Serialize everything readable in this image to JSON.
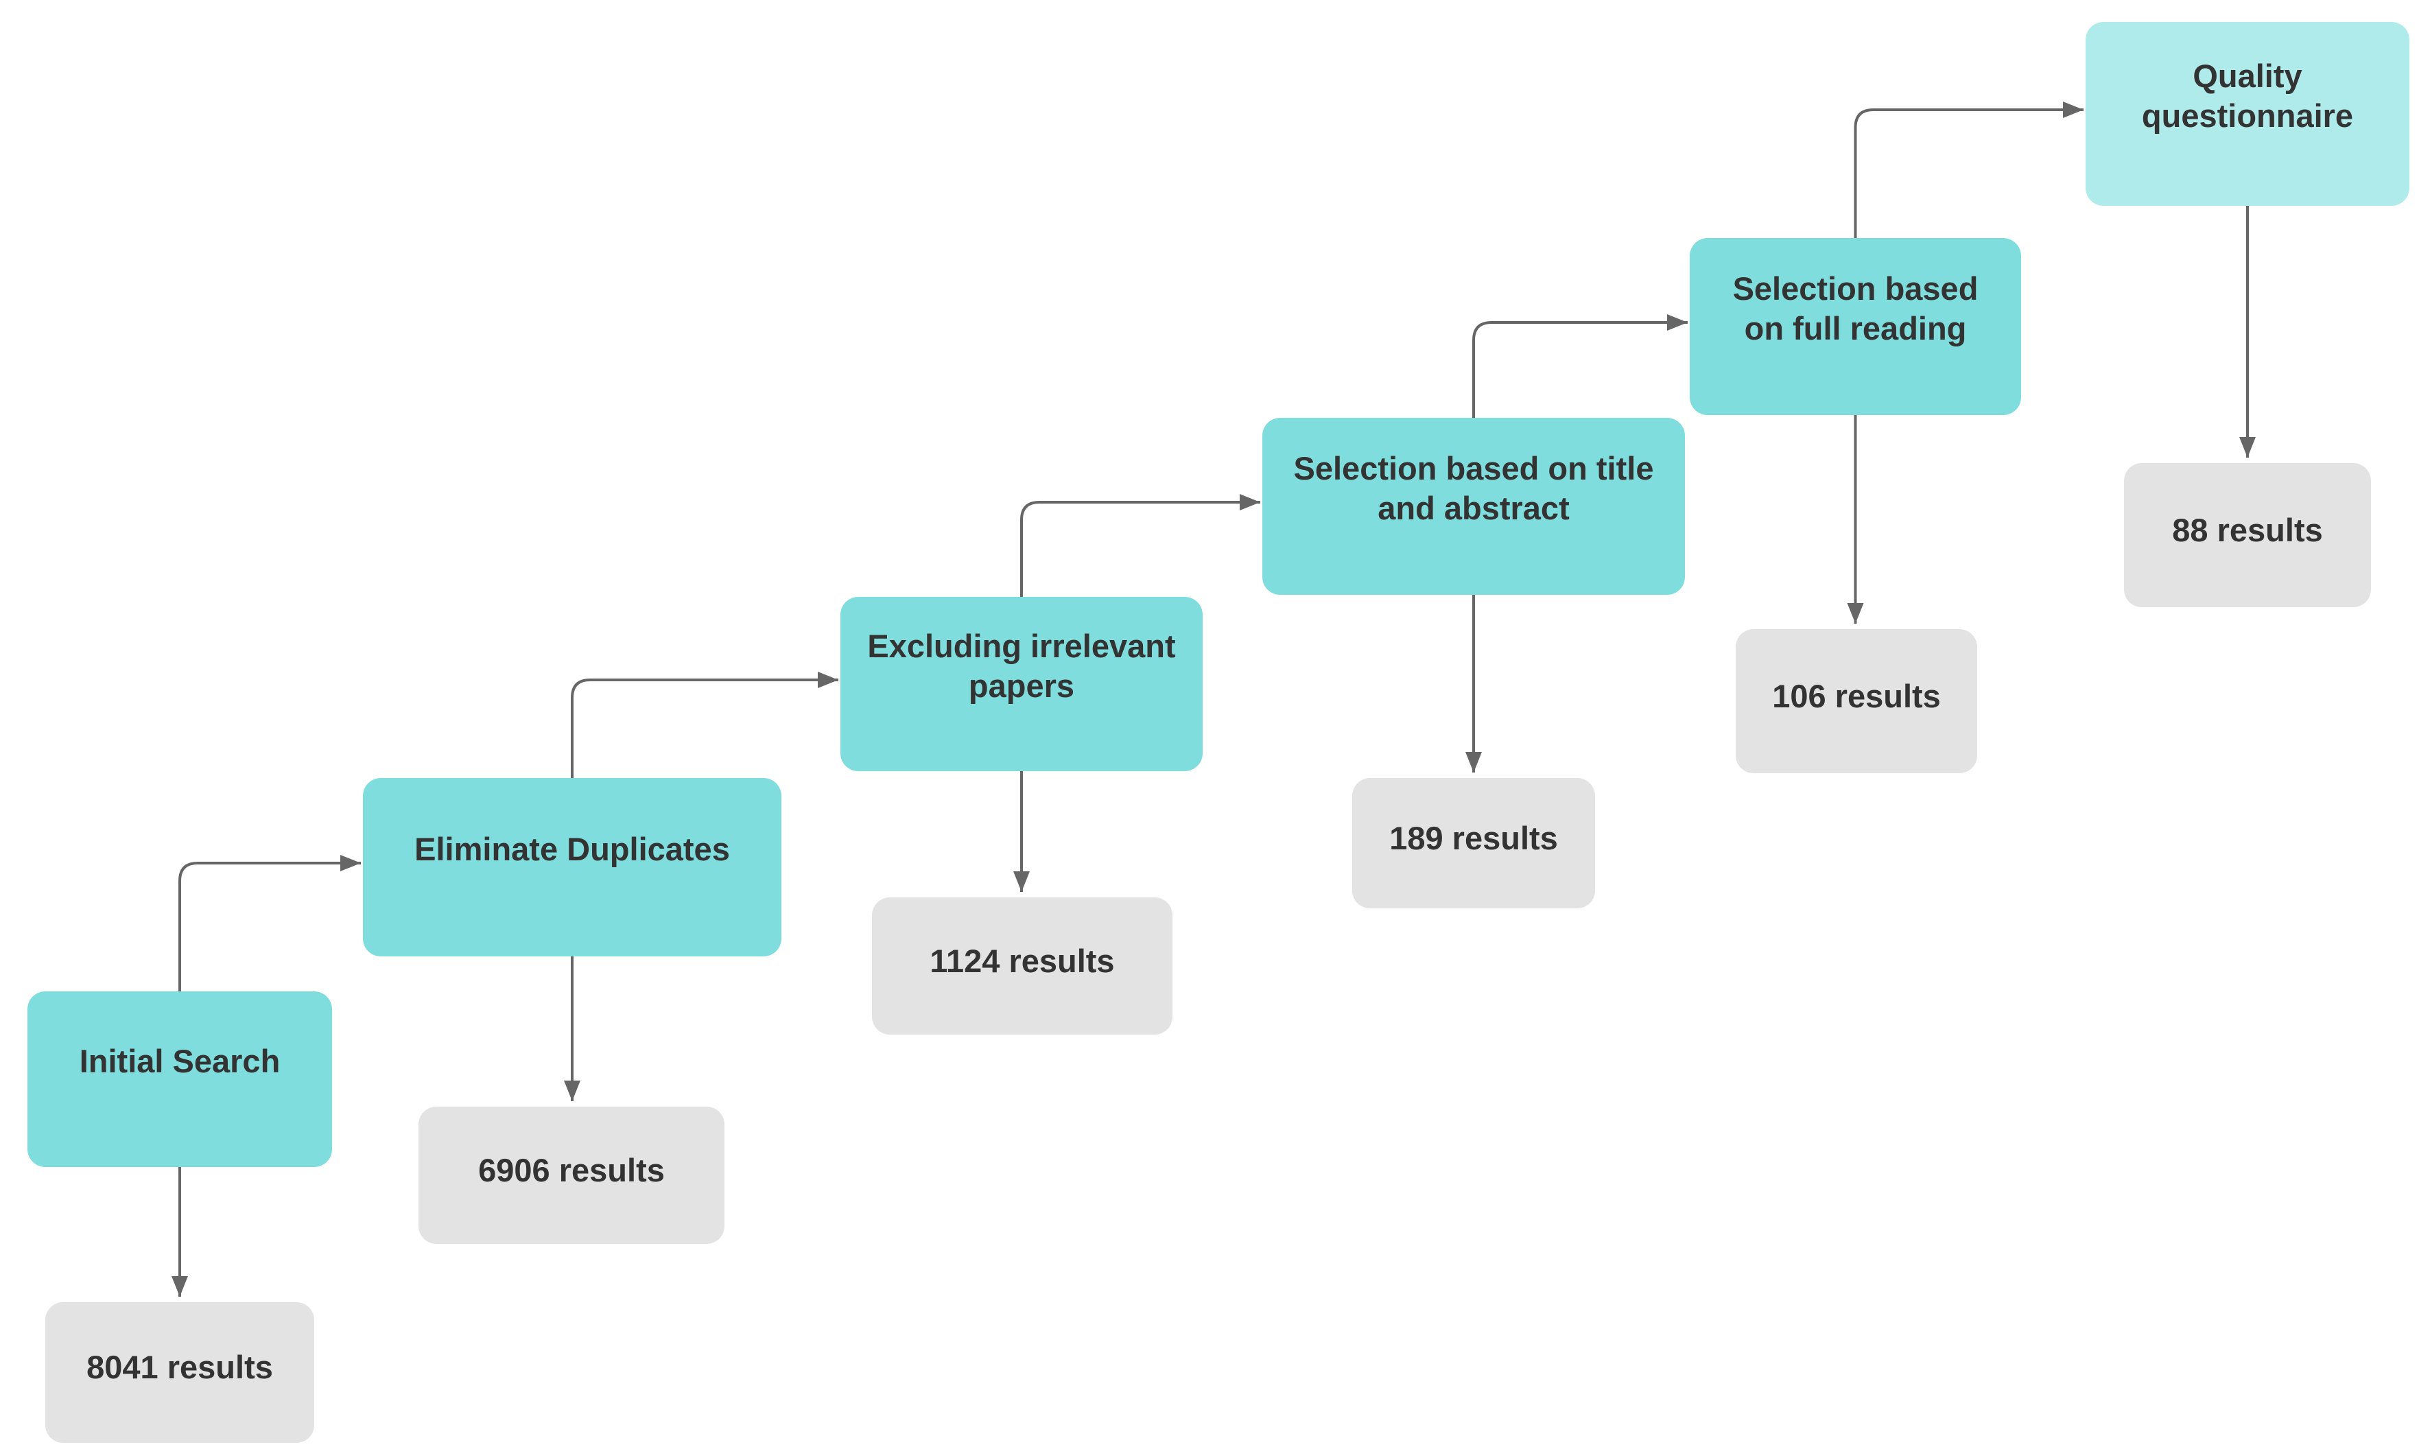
{
  "diagram": {
    "type": "flowchart",
    "colors": {
      "process_fill": "#7FDDDD",
      "final_process_fill": "#AFEBEB",
      "result_fill": "#E3E3E3",
      "text": "#333333",
      "connector": "#666666",
      "background": "#FFFFFF"
    },
    "steps": [
      {
        "label": "Initial Search",
        "result": "8041 results",
        "box_fill": "#7FDDDD"
      },
      {
        "label": "Eliminate Duplicates",
        "result": "6906 results",
        "box_fill": "#7FDDDD"
      },
      {
        "label": "Excluding irrelevant papers",
        "result": "1124 results",
        "box_fill": "#7FDDDD"
      },
      {
        "label": "Selection based on title and abstract",
        "result": "189 results",
        "box_fill": "#7FDDDD"
      },
      {
        "label": "Selection based on full reading",
        "result": "106 results",
        "box_fill": "#7FDDDD"
      },
      {
        "label": "Quality questionnaire",
        "result": "88 results",
        "box_fill": "#AFEBEB"
      }
    ]
  }
}
